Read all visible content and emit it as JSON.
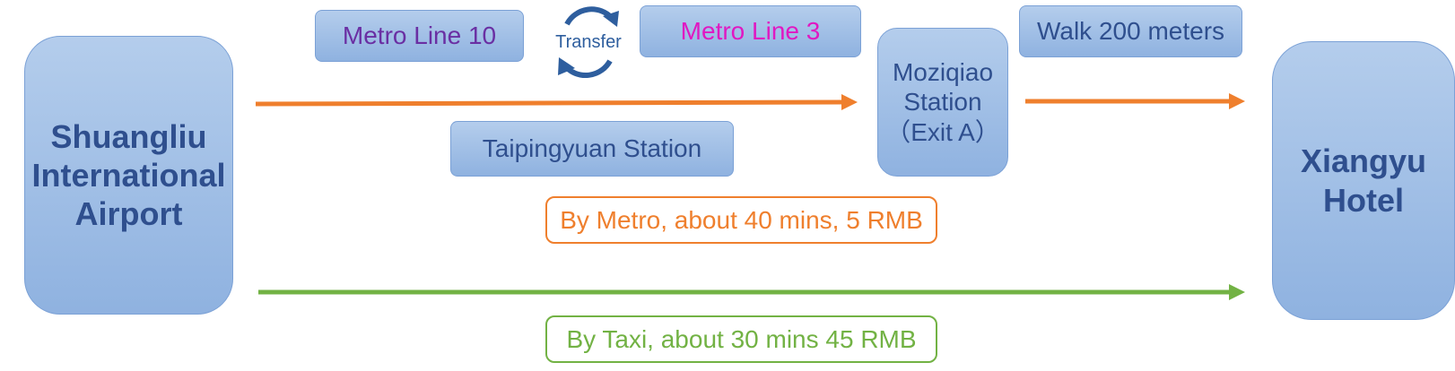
{
  "colors": {
    "box_fill_top": "#b4cdec",
    "box_fill_bottom": "#8fb2e0",
    "box_border": "#7ba1d6",
    "node_text": "#2f4f8e",
    "metro_line_10": "#6a2fa3",
    "metro_line_3": "#e018c2",
    "metro_route": "#ef7f2d",
    "taxi_route": "#72b244",
    "transfer_icon": "#2e5e9e"
  },
  "nodes": {
    "airport": "Shuangliu\nInternational\nAirport",
    "taipingyuan": "Taipingyuan Station",
    "moziqiao": "Moziqiao\nStation\n（Exit A）",
    "hotel": "Xiangyu\nHotel"
  },
  "labels": {
    "metro_line_10": "Metro Line 10",
    "transfer": "Transfer",
    "metro_line_3": "Metro Line 3",
    "walk": "Walk 200 meters",
    "metro_summary": "By Metro, about 40 mins, 5 RMB",
    "taxi_summary": "By Taxi, about 30 mins 45 RMB"
  },
  "icons": {
    "transfer": "circular-transfer-arrows-icon"
  }
}
